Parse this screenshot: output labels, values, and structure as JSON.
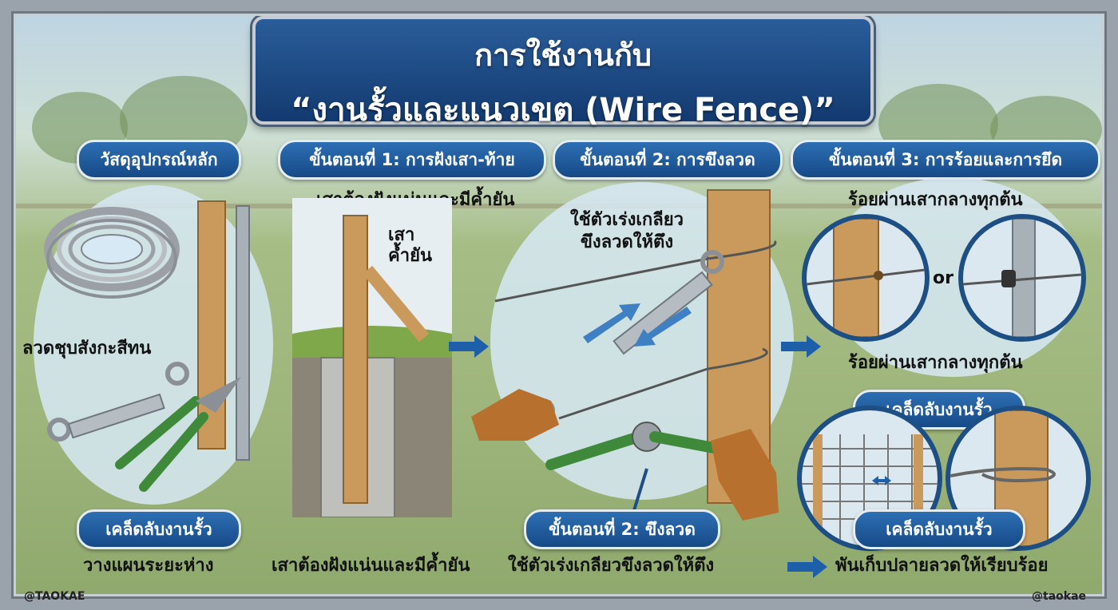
{
  "title": {
    "line1": "การใช้งานกับ",
    "line2": "“งานรั้วและแนวเขต (Wire Fence)”"
  },
  "sections": {
    "materials": {
      "header": "วัสดุอุปกรณ์หลัก",
      "wire_label": "ลวดชุบสังกะสีทน",
      "tip_header": "เคล็ดลับงานรั้ว",
      "tip_text": "วางแผนระยะห่าง"
    },
    "step1": {
      "header": "ขั้นตอนที่ 1: การฝังเสา-ท้าย",
      "top_text": "เสาต้องฝังแน่นและมีค้ำยัน",
      "brace_label_line1": "เสา",
      "brace_label_line2": "ค้ำยัน",
      "bottom_text": "เสาต้องฝังแน่นและมีค้ำยัน"
    },
    "step2": {
      "header": "ขั้นตอนที่ 2: การขึงลวด",
      "callout_line1": "ใช้ตัวเร่งเกลียว",
      "callout_line2": "ขึงลวดให้ตึง",
      "bottom_header": "ขั้นตอนที่ 2: ขึงลวด",
      "bottom_text": "ใช้ตัวเร่งเกลียวขึงลวดให้ตึง"
    },
    "step3": {
      "header": "ขั้นตอนที่ 3: การร้อยและการยึด",
      "top_text": "ร้อยผ่านเสากลางทุกต้น",
      "or_text": "or",
      "middle_text": "ร้อยผ่านเสากลางทุกต้น",
      "tip_header_top": "เคล็ดลับงานรั้ว",
      "tip_header_bottom": "เคล็ดลับงานรั้ว",
      "bottom_text": "พันเก็บปลายลวดให้เรียบร้อย"
    }
  },
  "watermarks": {
    "left": "@TAOKAE",
    "right": "@taokae"
  },
  "colors": {
    "banner_blue": "#164a87",
    "arrow_blue": "#1d5fa8",
    "wood": "#c99a5b",
    "glove": "#b8702e",
    "handle_green": "#3f8a3a"
  }
}
